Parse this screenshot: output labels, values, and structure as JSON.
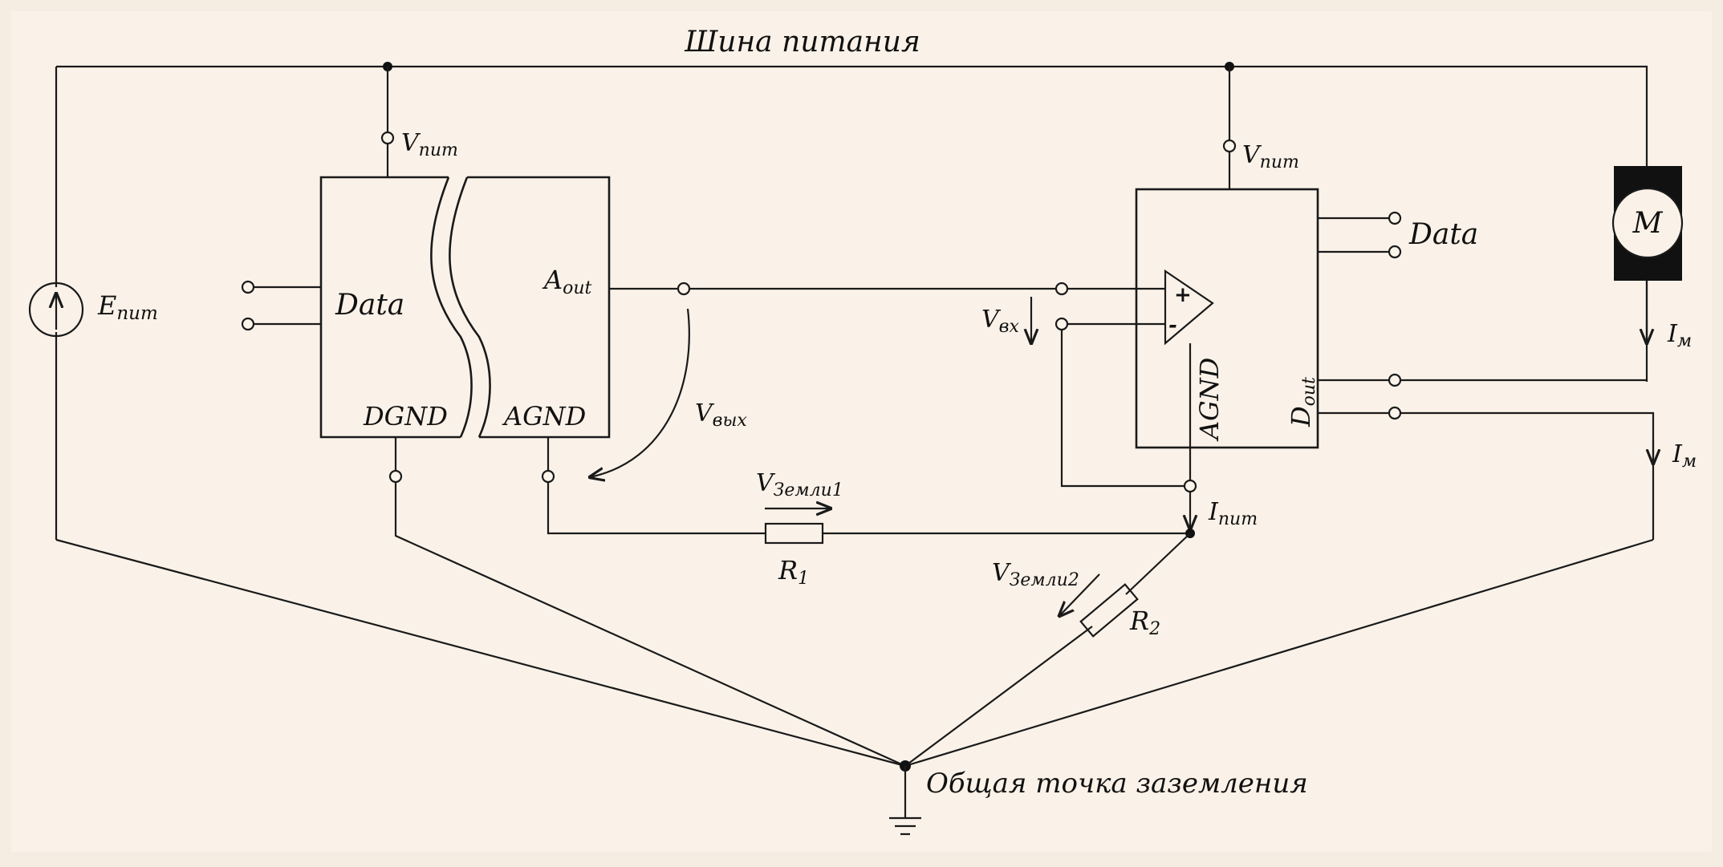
{
  "colors": {
    "background": "#f6ede2",
    "panel": "#faf2e8",
    "line": "#1a1a1a"
  },
  "labels": {
    "power_bus": "Шина питания",
    "common_ground": "Общая точка заземления",
    "source": {
      "main": "E",
      "sub": "пит"
    },
    "dac_vpit": {
      "main": "V",
      "sub": "пит"
    },
    "adc_vpit": {
      "main": "V",
      "sub": "пит"
    },
    "dac_data": "Data",
    "adc_data": "Data",
    "dgnd": "DGND",
    "agnd_dac": "AGND",
    "aout": {
      "main": "A",
      "sub": "out"
    },
    "agnd_adc": "AGND",
    "dout": {
      "main": "D",
      "sub": "out"
    },
    "vvyh": {
      "main": "V",
      "sub": "вых"
    },
    "vvh": {
      "main": "V",
      "sub": "вх"
    },
    "vzemli1": {
      "main": "V",
      "sub": "Земли1"
    },
    "vzemli2": {
      "main": "V",
      "sub": "Земли2"
    },
    "r1": {
      "main": "R",
      "sub": "1"
    },
    "r2": {
      "main": "R",
      "sub": "2"
    },
    "ipit": {
      "main": "I",
      "sub": "пит"
    },
    "im_top": {
      "main": "I",
      "sub": "м"
    },
    "im_bottom": {
      "main": "I",
      "sub": "м"
    },
    "motor": "M",
    "opamp_plus": "+",
    "opamp_minus": "-"
  }
}
